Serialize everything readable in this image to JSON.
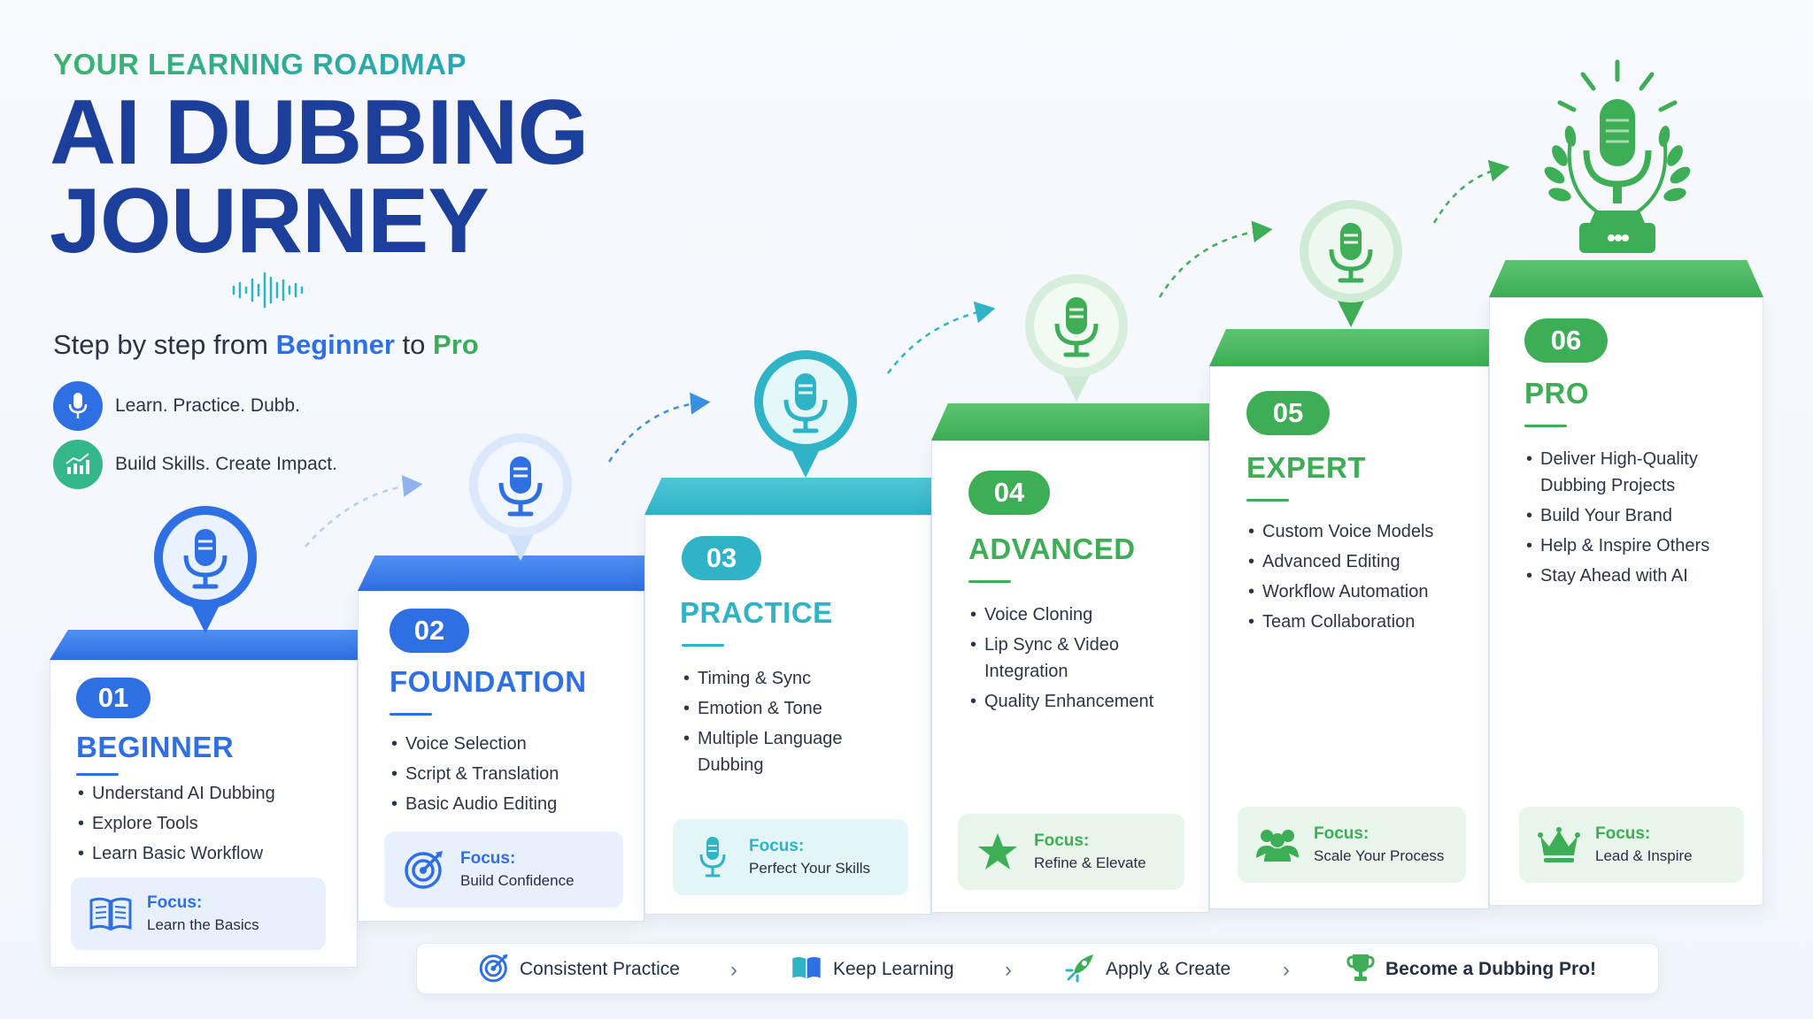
{
  "header": {
    "eyebrow": "YOUR LEARNING ROADMAP",
    "title_line1": "AI DUBBING",
    "title_line2": "JOURNEY",
    "subtitle_prefix": "Step by step from ",
    "subtitle_beginner": "Beginner",
    "subtitle_mid": " to ",
    "subtitle_pro": "Pro",
    "tagline1": "Learn. Practice. Dubb.",
    "tagline2": "Build Skills. Create Impact."
  },
  "colors": {
    "blue": "#2f6fe4",
    "teal": "#2fb3c6",
    "green": "#3dae55",
    "navy": "#1b3f9b"
  },
  "steps": [
    {
      "num": "01",
      "title": "BEGINNER",
      "color": "#2f6fe4",
      "items": [
        "Understand AI Dubbing",
        "Explore Tools",
        "Learn Basic Workflow"
      ],
      "focus_label": "Focus:",
      "focus_value": "Learn the Basics",
      "focus_icon": "open-book-icon"
    },
    {
      "num": "02",
      "title": "FOUNDATION",
      "color": "#2f6fe4",
      "items": [
        "Voice Selection",
        "Script & Translation",
        "Basic Audio Editing"
      ],
      "focus_label": "Focus:",
      "focus_value": "Build Confidence",
      "focus_icon": "target-icon"
    },
    {
      "num": "03",
      "title": "PRACTICE",
      "color": "#2fb3c6",
      "items": [
        "Timing & Sync",
        "Emotion & Tone",
        "Multiple Language Dubbing"
      ],
      "focus_label": "Focus:",
      "focus_value": "Perfect Your Skills",
      "focus_icon": "microphone-icon"
    },
    {
      "num": "04",
      "title": "ADVANCED",
      "color": "#3dae55",
      "items": [
        "Voice Cloning",
        "Lip Sync & Video Integration",
        "Quality Enhancement"
      ],
      "focus_label": "Focus:",
      "focus_value": "Refine & Elevate",
      "focus_icon": "star-icon"
    },
    {
      "num": "05",
      "title": "EXPERT",
      "color": "#3dae55",
      "items": [
        "Custom Voice Models",
        "Advanced Editing",
        "Workflow Automation",
        "Team Collaboration"
      ],
      "focus_label": "Focus:",
      "focus_value": "Scale Your Process",
      "focus_icon": "team-icon"
    },
    {
      "num": "06",
      "title": "PRO",
      "color": "#3dae55",
      "items": [
        "Deliver High-Quality Dubbing Projects",
        "Build Your Brand",
        "Help & Inspire Others",
        "Stay Ahead with AI"
      ],
      "focus_label": "Focus:",
      "focus_value": "Lead & Inspire",
      "focus_icon": "crown-icon"
    }
  ],
  "footer": [
    {
      "label": "Consistent Practice",
      "icon": "target-icon"
    },
    {
      "label": "Keep Learning",
      "icon": "open-book-icon"
    },
    {
      "label": "Apply & Create",
      "icon": "rocket-icon"
    },
    {
      "label": "Become a Dubbing Pro!",
      "icon": "trophy-icon"
    }
  ]
}
